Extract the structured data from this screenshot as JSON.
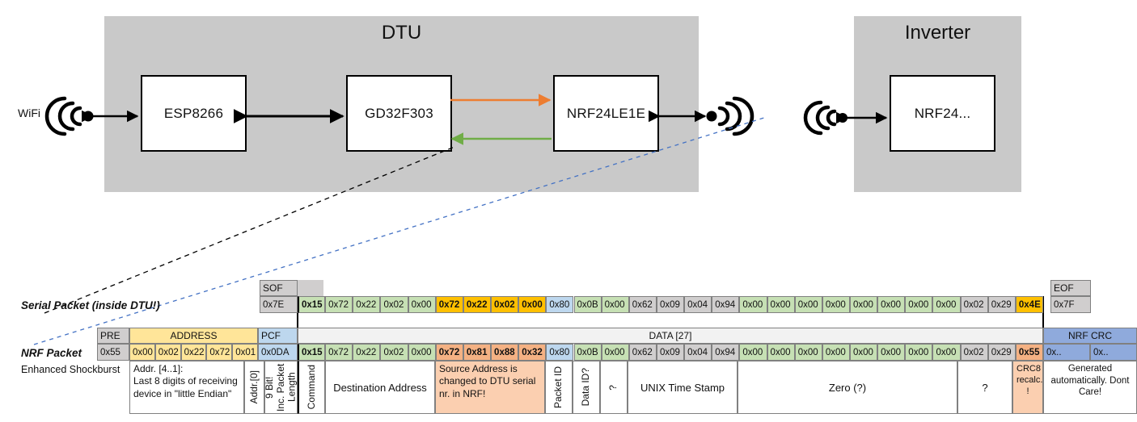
{
  "diagram": {
    "dtu": {
      "title": "DTU",
      "chips": [
        {
          "label": "ESP8266"
        },
        {
          "label": "GD32F303"
        },
        {
          "label": "NRF24LE1E"
        }
      ]
    },
    "inverter": {
      "title": "Inverter",
      "chips": [
        {
          "label": "NRF24..."
        }
      ]
    },
    "wifi_label": "WiFi",
    "arrow_colors": {
      "tx": "#ed7d31",
      "rx": "#70ad47",
      "black": "#000000"
    }
  },
  "serial": {
    "row_label": "Serial Packet (inside DTU!)",
    "sof_header": "SOF",
    "eof_header": "EOF",
    "sof_value": "0x7E",
    "eof_value": "0x7F",
    "bytes": [
      {
        "v": "0x15",
        "c": "green",
        "b": true
      },
      {
        "v": "0x72",
        "c": "green",
        "b": false
      },
      {
        "v": "0x22",
        "c": "green",
        "b": false
      },
      {
        "v": "0x02",
        "c": "green",
        "b": false
      },
      {
        "v": "0x00",
        "c": "green",
        "b": false
      },
      {
        "v": "0x72",
        "c": "amber",
        "b": true
      },
      {
        "v": "0x22",
        "c": "amber",
        "b": true
      },
      {
        "v": "0x02",
        "c": "amber",
        "b": true
      },
      {
        "v": "0x00",
        "c": "amber",
        "b": true
      },
      {
        "v": "0x80",
        "c": "blue",
        "b": false
      },
      {
        "v": "0x0B",
        "c": "green",
        "b": false
      },
      {
        "v": "0x00",
        "c": "green",
        "b": false
      },
      {
        "v": "0x62",
        "c": "gray",
        "b": false
      },
      {
        "v": "0x09",
        "c": "gray",
        "b": false
      },
      {
        "v": "0x04",
        "c": "gray",
        "b": false
      },
      {
        "v": "0x94",
        "c": "gray",
        "b": false
      },
      {
        "v": "0x00",
        "c": "green",
        "b": false
      },
      {
        "v": "0x00",
        "c": "green",
        "b": false
      },
      {
        "v": "0x00",
        "c": "green",
        "b": false
      },
      {
        "v": "0x00",
        "c": "green",
        "b": false
      },
      {
        "v": "0x00",
        "c": "green",
        "b": false
      },
      {
        "v": "0x00",
        "c": "green",
        "b": false
      },
      {
        "v": "0x00",
        "c": "green",
        "b": false
      },
      {
        "v": "0x00",
        "c": "green",
        "b": false
      },
      {
        "v": "0x02",
        "c": "gray",
        "b": false
      },
      {
        "v": "0x29",
        "c": "gray",
        "b": false
      },
      {
        "v": "0x4E",
        "c": "amber",
        "b": true
      }
    ]
  },
  "nrf": {
    "row_label": "NRF Packet",
    "sub_label": "Enhanced Shockburst",
    "headers": {
      "pre": "PRE",
      "address": "ADDRESS",
      "pcf": "PCF",
      "data": "DATA [27]",
      "crc": "NRF CRC"
    },
    "pre_value": "0x55",
    "address_values": [
      "0x00",
      "0x02",
      "0x22",
      "0x72",
      "0x01"
    ],
    "pcf_value": "0x0DA",
    "crc_values": [
      "0x..",
      "0x.."
    ],
    "bytes": [
      {
        "v": "0x15",
        "c": "green",
        "b": true
      },
      {
        "v": "0x72",
        "c": "green",
        "b": false
      },
      {
        "v": "0x22",
        "c": "green",
        "b": false
      },
      {
        "v": "0x02",
        "c": "green",
        "b": false
      },
      {
        "v": "0x00",
        "c": "green",
        "b": false
      },
      {
        "v": "0x72",
        "c": "salmon",
        "b": true
      },
      {
        "v": "0x81",
        "c": "salmon",
        "b": true
      },
      {
        "v": "0x88",
        "c": "salmon",
        "b": true
      },
      {
        "v": "0x32",
        "c": "salmon",
        "b": true
      },
      {
        "v": "0x80",
        "c": "blue",
        "b": false
      },
      {
        "v": "0x0B",
        "c": "green",
        "b": false
      },
      {
        "v": "0x00",
        "c": "green",
        "b": false
      },
      {
        "v": "0x62",
        "c": "gray",
        "b": false
      },
      {
        "v": "0x09",
        "c": "gray",
        "b": false
      },
      {
        "v": "0x04",
        "c": "gray",
        "b": false
      },
      {
        "v": "0x94",
        "c": "gray",
        "b": false
      },
      {
        "v": "0x00",
        "c": "green",
        "b": false
      },
      {
        "v": "0x00",
        "c": "green",
        "b": false
      },
      {
        "v": "0x00",
        "c": "green",
        "b": false
      },
      {
        "v": "0x00",
        "c": "green",
        "b": false
      },
      {
        "v": "0x00",
        "c": "green",
        "b": false
      },
      {
        "v": "0x00",
        "c": "green",
        "b": false
      },
      {
        "v": "0x00",
        "c": "green",
        "b": false
      },
      {
        "v": "0x00",
        "c": "green",
        "b": false
      },
      {
        "v": "0x02",
        "c": "gray",
        "b": false
      },
      {
        "v": "0x29",
        "c": "gray",
        "b": false
      },
      {
        "v": "0x55",
        "c": "salmon",
        "b": true
      }
    ],
    "annotations": {
      "address_note": "Addr. [4..1]:\nLast 8 digits of receiving device in \"little Endian\"",
      "addr0": "Addr.[0]",
      "pcf_note": "9 Bit!\nInc. Packet Length",
      "command": "Command",
      "destination": "Destination Address",
      "source_note": "Source Address is changed to DTU serial nr. in NRF!",
      "packet_id": "Packet ID",
      "data_id": "Data ID?",
      "qmark1": "?",
      "timestamp": "UNIX Time Stamp",
      "zero": "Zero (?)",
      "qmark2": "?",
      "crc8": "CRC8 recalc. !",
      "crc_note": "Generated automatically. Dont Care!"
    }
  },
  "colors": {
    "green": "#c6e0b4",
    "amber": "#ffc000",
    "blue": "#bdd7ee",
    "gray": "#d0cece",
    "salmon": "#f4b183",
    "salmon_light": "#fbcfb0",
    "header_gray": "#d0cece",
    "header_amber": "#ffe599",
    "header_blue": "#bdd7ee",
    "crc_header": "#8faadc",
    "data_header": "#f2f2f2",
    "enclosure": "#c9c9c9"
  }
}
